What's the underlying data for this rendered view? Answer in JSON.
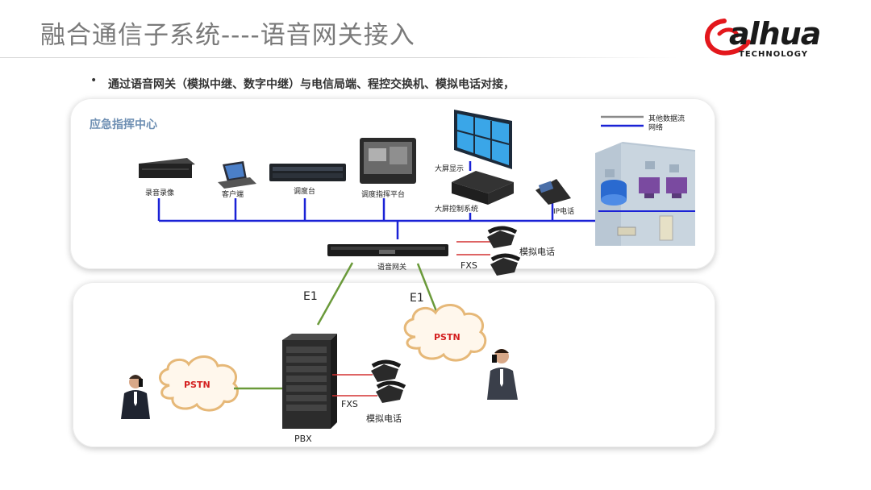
{
  "header": {
    "title": "融合通信子系统----语音网关接入",
    "logo_text": "alhua",
    "logo_sub": "TECHNOLOGY"
  },
  "bullet": {
    "marker": "•",
    "text": "通过语音网关（模拟中继、数字中继）与电信局端、程控交换机、模拟电话对接，"
  },
  "top_panel": {
    "title": "应急指挥中心",
    "legend": [
      {
        "label": "其他数据流",
        "color": "#8a8a8a"
      },
      {
        "label": "网络",
        "color": "#1a22d6"
      }
    ],
    "devices": {
      "recorder": "录音录像",
      "client": "客户端",
      "console": "调度台",
      "dispatch_platform": "调度指挥平台",
      "video_wall": "大屏显示",
      "wall_controller": "大屏控制系统",
      "ip_phone": "IP电话",
      "voice_gateway": "语音网关",
      "analog_phone": "模拟电话",
      "fxs": "FXS"
    }
  },
  "links": {
    "e1_left": "E1",
    "e1_right": "E1"
  },
  "bottom_panel": {
    "pstn_left": "PSTN",
    "pstn_right": "PSTN",
    "pbx": "PBX",
    "fxs": "FXS",
    "analog_phone": "模拟电话"
  },
  "colors": {
    "network_line": "#1a22d6",
    "data_line": "#8a8a8a",
    "e1_line": "#6a9a3a",
    "fxs_line": "#d43030",
    "pstn_text": "#d42020",
    "panel_title": "#6e8fb3"
  }
}
